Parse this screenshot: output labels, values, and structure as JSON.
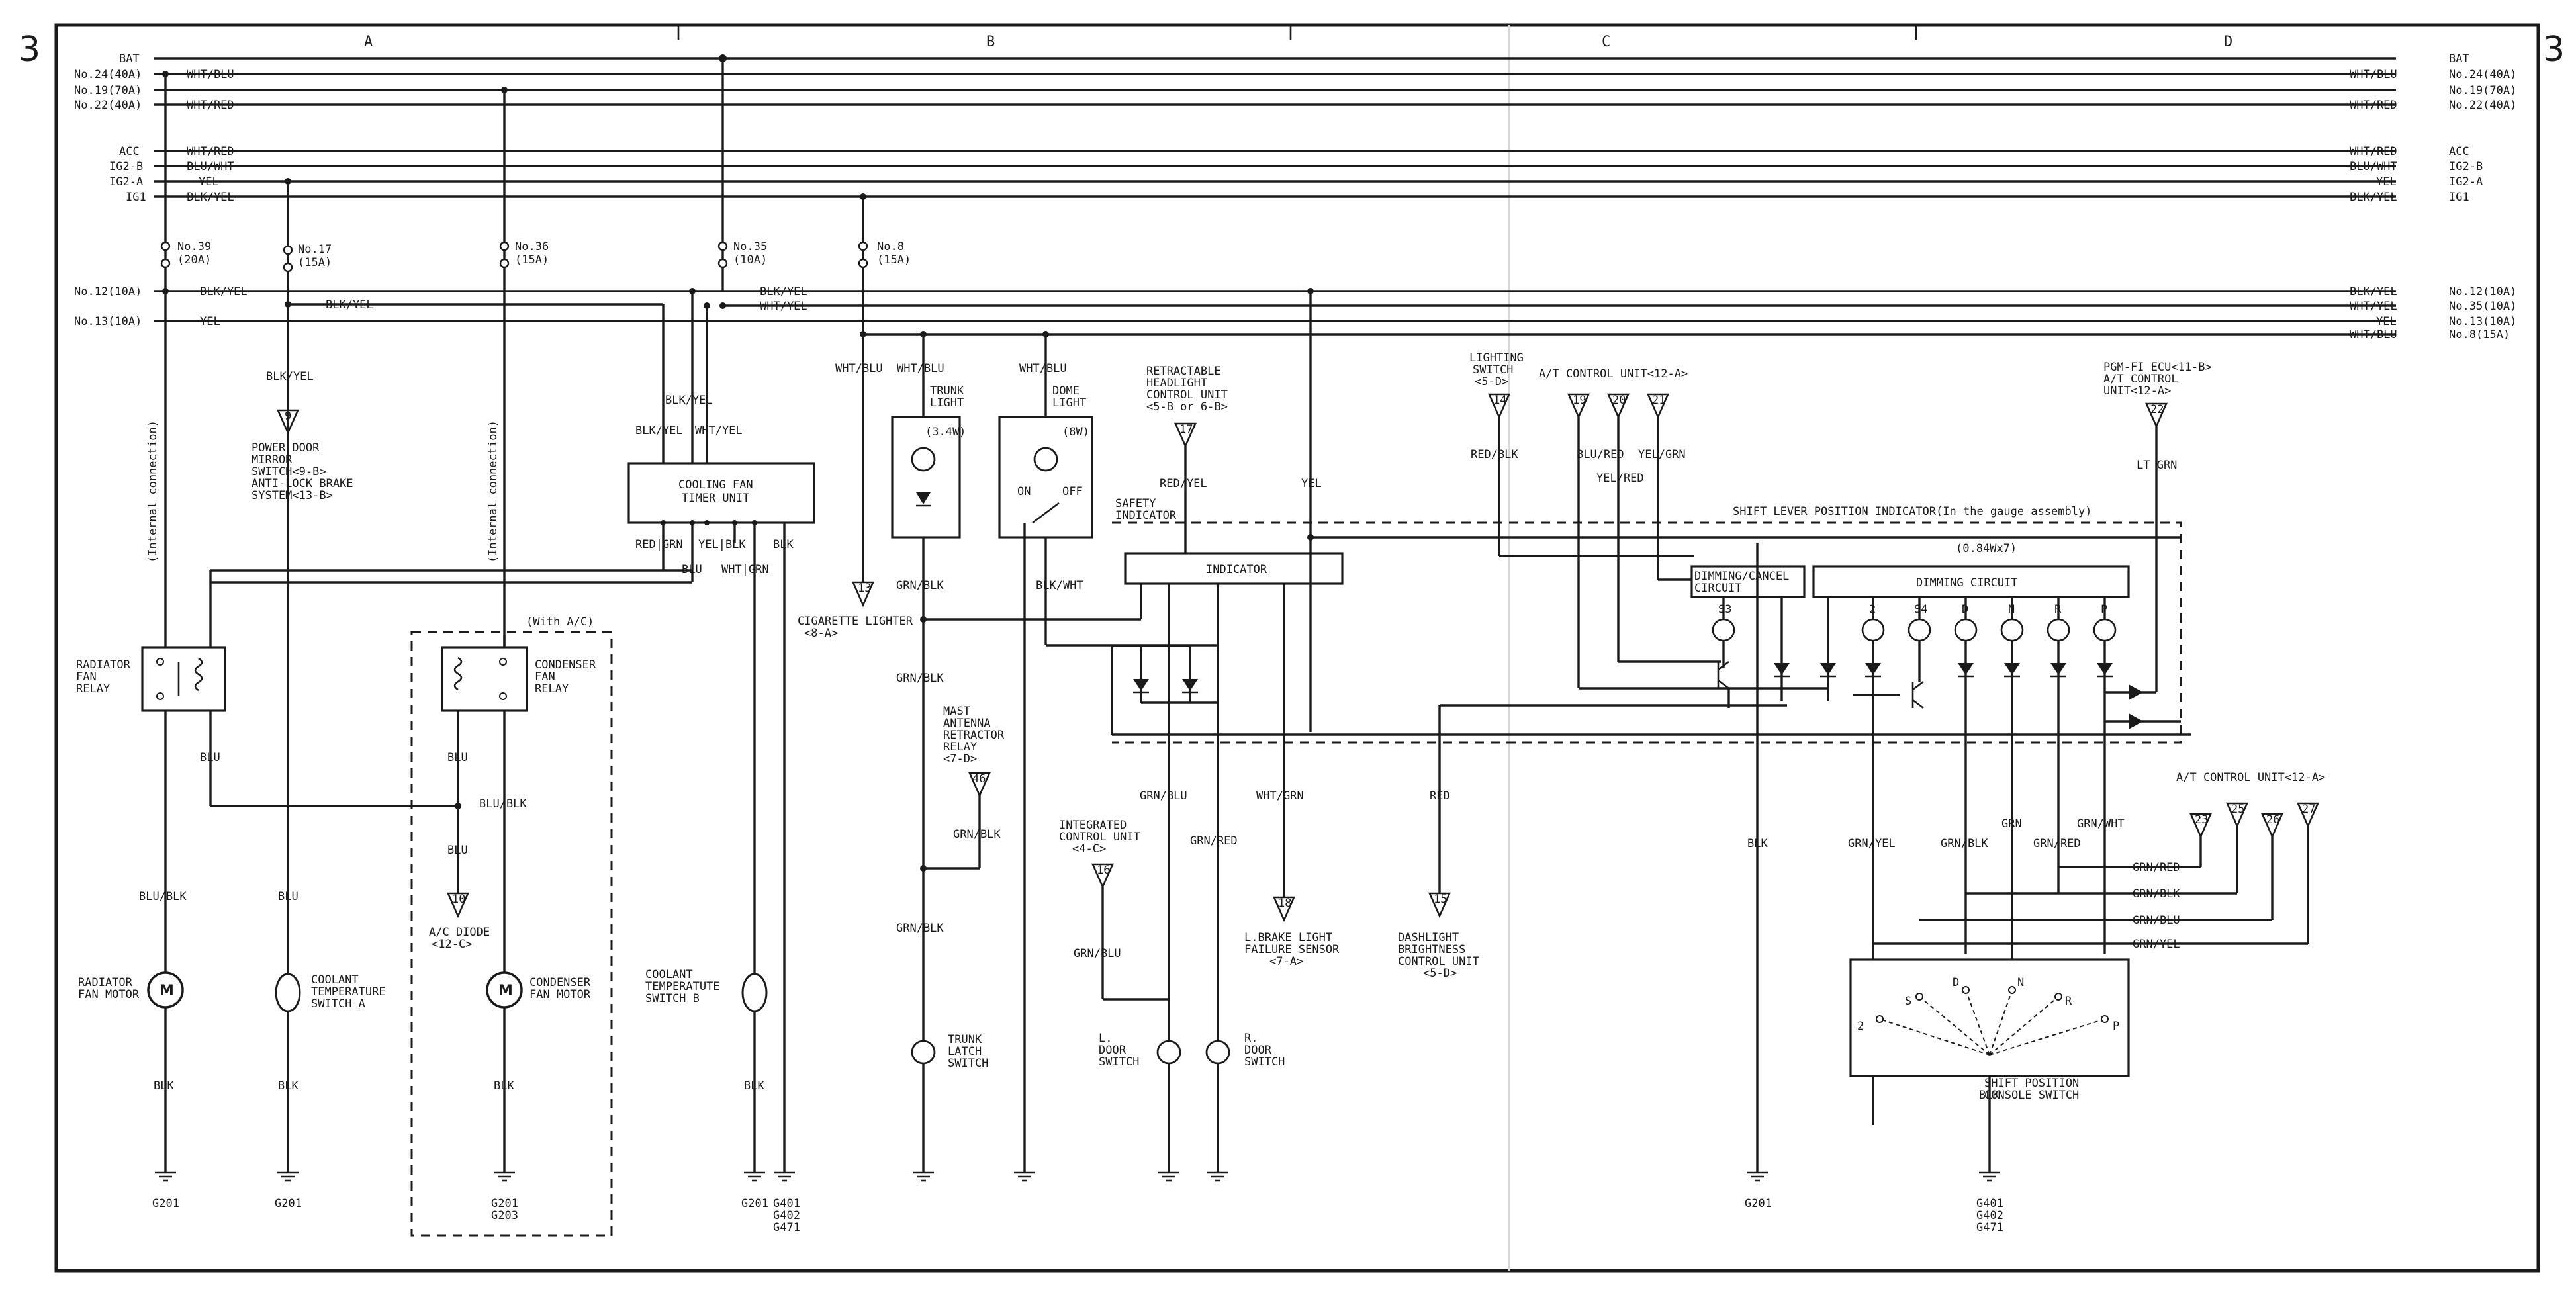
{
  "page": {
    "number": "3"
  },
  "zones": [
    "A",
    "B",
    "C",
    "D"
  ],
  "power_rails": [
    {
      "left": "BAT",
      "wire": "",
      "right_wire": "",
      "right": "BAT"
    },
    {
      "left": "No.24(40A)",
      "wire": "WHT/BLU",
      "right_wire": "WHT/BLU",
      "right": "No.24(40A)"
    },
    {
      "left": "No.19(70A)",
      "wire": "",
      "right_wire": "",
      "right": "No.19(70A)"
    },
    {
      "left": "No.22(40A)",
      "wire": "WHT/RED",
      "right_wire": "WHT/RED",
      "right": "No.22(40A)"
    },
    {
      "left": "ACC",
      "wire": "WHT/RED",
      "right_wire": "WHT/RED",
      "right": "ACC"
    },
    {
      "left": "IG2-B",
      "wire": "BLU/WHT",
      "right_wire": "BLU/WHT",
      "right": "IG2-B"
    },
    {
      "left": "IG2-A",
      "wire": "YEL",
      "right_wire": "YEL",
      "right": "IG2-A"
    },
    {
      "left": "IG1",
      "wire": "BLK/YEL",
      "right_wire": "BLK/YEL",
      "right": "IG1"
    }
  ],
  "branch_rails": [
    {
      "left": "No.12(10A)",
      "wire": "BLK/YEL",
      "wire2": "BLK/YEL",
      "right_wire": "BLK/YEL",
      "right": "No.12(10A)"
    },
    {
      "left": "",
      "wire": "",
      "wire2": "WHT/YEL",
      "right_wire": "WHT/YEL",
      "right": "No.35(10A)"
    },
    {
      "left": "No.13(10A)",
      "wire": "YEL",
      "wire2": "",
      "right_wire": "YEL",
      "right": "No.13(10A)"
    },
    {
      "left": "",
      "wire": "",
      "wire2": "",
      "right_wire": "WHT/BLU",
      "right": "No.8(15A)"
    }
  ],
  "fuses": [
    {
      "name": "No.39",
      "rating": "(20A)"
    },
    {
      "name": "No.17",
      "rating": "(15A)"
    },
    {
      "name": "No.36",
      "rating": "(15A)"
    },
    {
      "name": "No.35",
      "rating": "(10A)"
    },
    {
      "name": "No.8",
      "rating": "(15A)"
    }
  ],
  "internal_connection": "(Internal connection)",
  "with_ac": "(With A/C)",
  "components": {
    "radiator_relay": [
      "RADIATOR",
      "FAN",
      "RELAY"
    ],
    "condenser_relay": [
      "CONDENSER",
      "FAN",
      "RELAY"
    ],
    "radiator_motor": [
      "RADIATOR",
      "FAN MOTOR"
    ],
    "coolant_a": [
      "COOLANT",
      "TEMPERATURE",
      "SWITCH A"
    ],
    "condenser_motor": [
      "CONDENSER",
      "FAN MOTOR"
    ],
    "coolant_b": [
      "COOLANT",
      "TEMPERATUTE",
      "SWITCH B"
    ],
    "cooling_timer": [
      "COOLING FAN",
      "TIMER UNIT"
    ],
    "trunk_light": [
      "TRUNK",
      "LIGHT"
    ],
    "dome_light": [
      "DOME",
      "LIGHT"
    ],
    "trunk_latch": [
      "TRUNK",
      "LATCH",
      "SWITCH"
    ],
    "l_door": [
      "L.",
      "DOOR",
      "SWITCH"
    ],
    "r_door": [
      "R.",
      "DOOR",
      "SWITCH"
    ],
    "indicator": "INDICATOR",
    "safety_indicator": [
      "SAFETY",
      "INDICATOR"
    ],
    "shift_lever_indicator": "SHIFT LEVER POSITION INDICATOR(In the gauge assembly)",
    "bulb_rating": "(0.84Wx7)",
    "dimming_cancel": [
      "DIMMING/CANCEL",
      "CIRCUIT"
    ],
    "dimming_circuit": "DIMMING CIRCUIT",
    "shift_console": [
      "SHIFT POSITION",
      "CONSOLE SWITCH"
    ],
    "motor_symbol": "M",
    "trunk_bulb": "(3.4W)",
    "dome_bulb": "(8W)",
    "dome_on": "ON",
    "dome_off": "OFF"
  },
  "connectors": {
    "c9": {
      "num": "9",
      "lines": [
        "POWER DOOR",
        "MIRROR",
        "SWITCH<9-B>",
        "ANTI-LOCK BRAKE",
        "SYSTEM<13-B>"
      ]
    },
    "c10": {
      "num": "10",
      "lines": [
        "A/C DIODE",
        "<12-C>"
      ]
    },
    "c13": {
      "num": "13",
      "lines": [
        "CIGARETTE LIGHTER",
        "<8-A>"
      ]
    },
    "c17": {
      "num": "17",
      "lines": [
        "RETRACTABLE",
        "HEADLIGHT",
        "CONTROL UNIT",
        "<5-B or 6-B>"
      ]
    },
    "c14": {
      "num": "14",
      "lines": [
        "LIGHTING",
        "SWITCH",
        "<5-D>"
      ]
    },
    "c_at_top": {
      "nums": [
        "19",
        "20",
        "21"
      ],
      "lines": [
        "A/T CONTROL UNIT<12-A>"
      ]
    },
    "c22": {
      "num": "22",
      "lines": [
        "PGM-FI ECU<11-B>",
        "A/T CONTROL",
        "UNIT<12-A>"
      ]
    },
    "c46": {
      "num": "46",
      "lines": [
        "MAST",
        "ANTENNA",
        "RETRACTOR",
        "RELAY",
        "<7-D>"
      ]
    },
    "c16": {
      "num": "16",
      "lines": [
        "INTEGRATED",
        "CONTROL UNIT",
        "<4-C>"
      ]
    },
    "c18": {
      "num": "18",
      "lines": [
        "L.BRAKE LIGHT",
        "FAILURE SENSOR",
        "<7-A>"
      ]
    },
    "c15": {
      "num": "15",
      "lines": [
        "DASHLIGHT",
        "BRIGHTNESS",
        "CONTROL UNIT",
        "<5-D>"
      ]
    },
    "c_at_bot": {
      "nums": [
        "23",
        "25",
        "26",
        "27"
      ],
      "lines": [
        "A/T CONTROL UNIT<12-A>"
      ]
    }
  },
  "wires": {
    "blk_yel": "BLK/YEL",
    "wht_yel": "WHT/YEL",
    "red_grn": "RED|GRN",
    "yel_blk": "YEL|BLK",
    "blk": "BLK",
    "blu": "BLU",
    "wht_grn_bar": "WHT|GRN",
    "blu_blk": "BLU/BLK",
    "wht_blu": "WHT/BLU",
    "grn_blk": "GRN/BLK",
    "blk_wht": "BLK/WHT",
    "red_yel": "RED/YEL",
    "yel": "YEL",
    "red_blk": "RED/BLK",
    "blu_red": "BLU/RED",
    "yel_red": "YEL/RED",
    "yel_grn": "YEL/GRN",
    "lt_grn": "LT GRN",
    "grn_blu": "GRN/BLU",
    "grn_red": "GRN/RED",
    "wht_grn": "WHT/GRN",
    "red": "RED",
    "grn_yel": "GRN/YEL",
    "grn": "GRN",
    "grn_wht": "GRN/WHT"
  },
  "bulb_labels": [
    "S3",
    "2",
    "S4",
    "D",
    "N",
    "R",
    "P"
  ],
  "console_labels": [
    "2",
    "S",
    "D",
    "N",
    "R",
    "P"
  ],
  "right_rails": [
    "GRN/RED",
    "GRN/BLK",
    "GRN/BLU",
    "GRN/YEL"
  ],
  "grounds": {
    "g201": "G201",
    "g201_203": [
      "G201",
      "G203"
    ],
    "g401": [
      "G401",
      "G402",
      "G471"
    ]
  }
}
